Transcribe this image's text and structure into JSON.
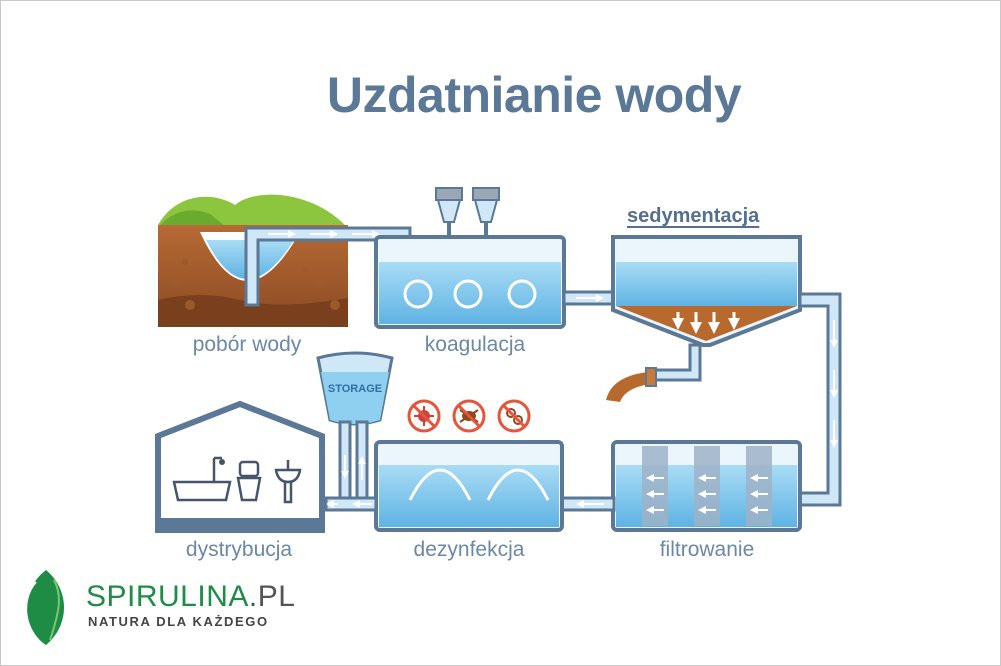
{
  "title": "Uzdatnianie wody",
  "steps": {
    "intake": "pobór wody",
    "coagulation": "koagulacja",
    "sedimentation": "sedymentacja",
    "filtration": "filtrowanie",
    "disinfection": "dezynfekcja",
    "distribution": "dystrybucja"
  },
  "storage_label": "STORAGE",
  "brand": {
    "name": "SPIRULINA",
    "suffix": ".PL",
    "tagline": "NATURA DLA KAŻDEGO"
  },
  "colors": {
    "title": "#5b7896",
    "label": "#6b88a6",
    "pipe_fill": "#cfe7f7",
    "pipe_stroke": "#5b7896",
    "water": "#7cc3eb",
    "sediment": "#b86a2e",
    "brand_green": "#1e8c45"
  }
}
